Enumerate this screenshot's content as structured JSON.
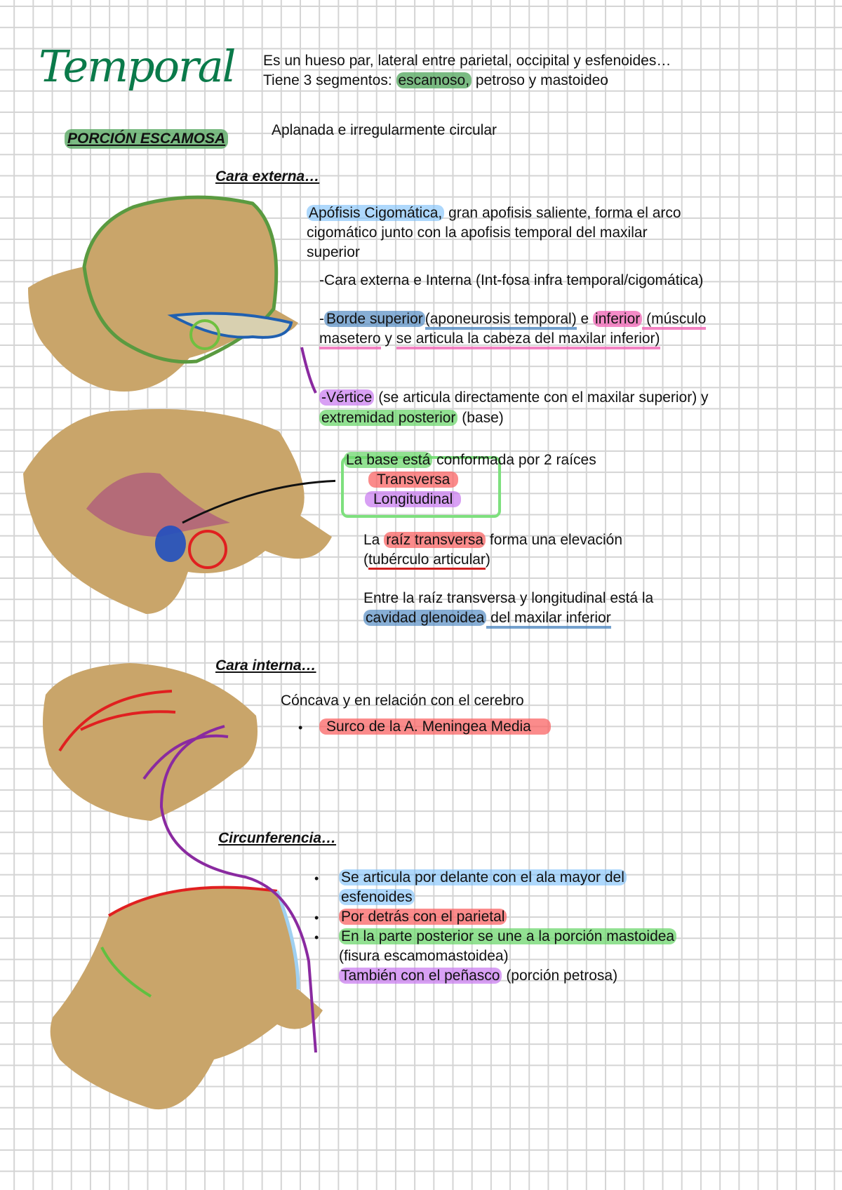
{
  "title": "Temporal",
  "intro": {
    "line1": "Es un hueso par, lateral entre parietal, occipital y esfenoides…",
    "line2_pre": "Tiene 3 segmentos: ",
    "line2_hl": "escamoso,",
    "line2_post": " petroso y mastoideo"
  },
  "section": {
    "label": "PORCIÓN ESCAMOSA",
    "desc": "Aplanada e irregularmente circular"
  },
  "cara_externa": {
    "heading": "Cara externa…",
    "apofisis_hl": "Apófisis Cigomática,",
    "apofisis_rest": " gran apofisis saliente, forma el arco",
    "apofisis_l2": "cigomático junto con la apofisis temporal del maxilar",
    "apofisis_l3": "superior",
    "caras": "-Cara externa e Interna (Int-fosa infra temporal/cigomática)",
    "borde_dash": "-",
    "borde_sup": "Borde superior",
    "borde_sup_note": "(aponeurosis temporal)",
    "borde_e": " e ",
    "borde_inf": "inferior",
    "borde_inf_note": " (músculo",
    "borde_l2a": "masetero",
    "borde_l2b": " y ",
    "borde_l2c": "se articula la cabeza del maxilar inferior)",
    "vertice_hl": "-Vértice",
    "vertice_rest": " (se articula directamente con el maxilar superior) y",
    "extremidad_hl": "extremidad posterior",
    "extremidad_rest": " (base)",
    "base_hl": "La base está",
    "base_rest": " conformada por 2 raíces",
    "raiz1": "Transversa",
    "raiz2": "Longitudinal",
    "rt_pre": "La ",
    "rt_hl": "raíz transversa",
    "rt_post": " forma una elevación",
    "rt_l2a": "(",
    "rt_l2b": "tubérculo articular",
    ")": ")",
    "rt_l2c": ")",
    "glen_l1": "Entre la raíz transversa y longitudinal está la",
    "glen_hl": "cavidad glenoidea",
    "glen_rest": " del maxilar inferior"
  },
  "cara_interna": {
    "heading": "Cara interna…",
    "desc": "Cóncava y en relación con el cerebro",
    "bullet": "Surco de la A. Meningea Media"
  },
  "circunferencia": {
    "heading": "Circunferencia…",
    "b1a": "Se articula por delante con el ala mayor del",
    "b1b": "esfenoides",
    "b2": "Por detrás con el parietal",
    "b3": "En la parte posterior se une a la porción mastoidea",
    "b3b": "(fisura escamomastoidea)",
    "b4_hl": "También con el peñasco",
    "b4_rest": " (porción petrosa)"
  },
  "bullet_glyph": "•",
  "colors": {
    "title": "#0a7a4a",
    "bone": "#c9a56a"
  }
}
